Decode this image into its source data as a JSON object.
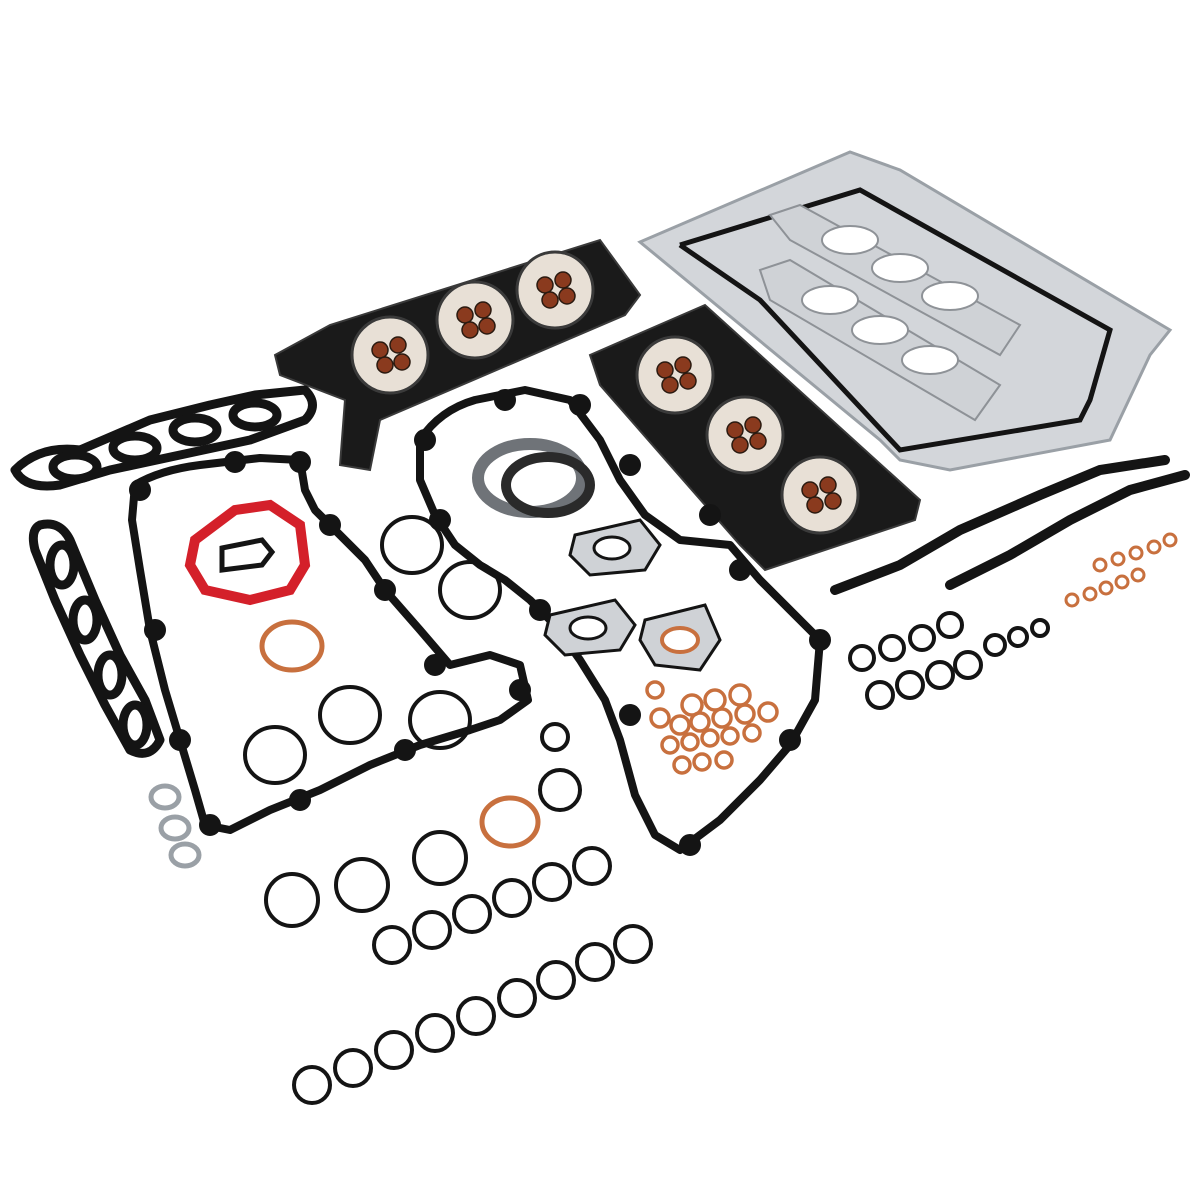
{
  "colors": {
    "background": "#ffffff",
    "gasket_black": "#141414",
    "gasket_edge": "#3a3a3a",
    "steel": "#c9ccd0",
    "steel_dark": "#8e9297",
    "copper": "#c8703e",
    "red_seal": "#d4202a",
    "valve_seal": "#8a3a1e"
  },
  "parts": {
    "head_gaskets": 2,
    "valve_cover_gaskets": 2,
    "intake_gaskets": 2,
    "exhaust_manifold_gaskets": 2,
    "oil_pan_gasket": 1,
    "cam_seal_strips": 2,
    "large_o_rings": 38,
    "copper_washers": 30,
    "crush_rings": 3
  }
}
